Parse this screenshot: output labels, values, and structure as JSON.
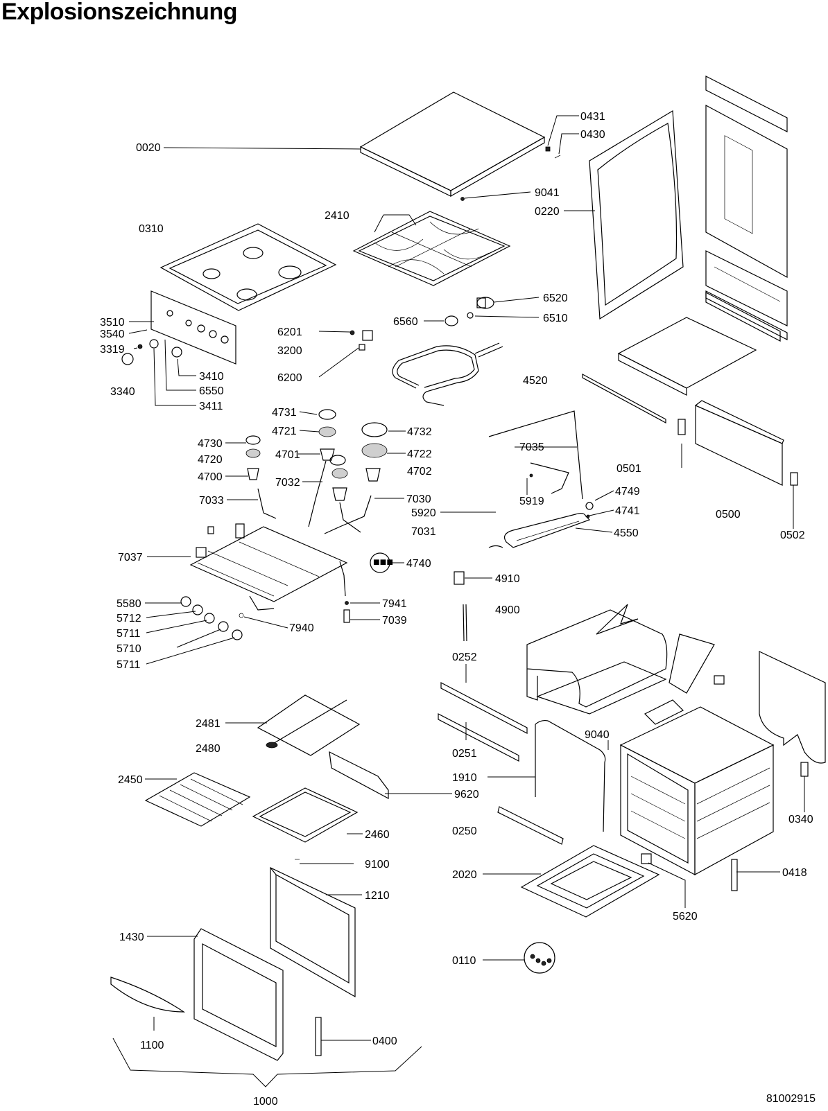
{
  "title": "Explosionszeichnung",
  "document_number": "81002915",
  "labels": [
    "0020",
    "0431",
    "0430",
    "9041",
    "0220",
    "0310",
    "2410",
    "6520",
    "6510",
    "6560",
    "3510",
    "3540",
    "3319",
    "3340",
    "3410",
    "6550",
    "3411",
    "6201",
    "3200",
    "6200",
    "4520",
    "4731",
    "4721",
    "4732",
    "4730",
    "4701",
    "4722",
    "4720",
    "4700",
    "4702",
    "7032",
    "7033",
    "7030",
    "7035",
    "0501",
    "4749",
    "5919",
    "4741",
    "5920",
    "0500",
    "0502",
    "7031",
    "4550",
    "7037",
    "4740",
    "4910",
    "5580",
    "7941",
    "5712",
    "7039",
    "5711",
    "7940",
    "4900",
    "5710",
    "5711",
    "0252",
    "2481",
    "2480",
    "9040",
    "0251",
    "1910",
    "2450",
    "9620",
    "0340",
    "2460",
    "0250",
    "9100",
    "2020",
    "0418",
    "1210",
    "5620",
    "1430",
    "0110",
    "1100",
    "0400",
    "1000"
  ]
}
